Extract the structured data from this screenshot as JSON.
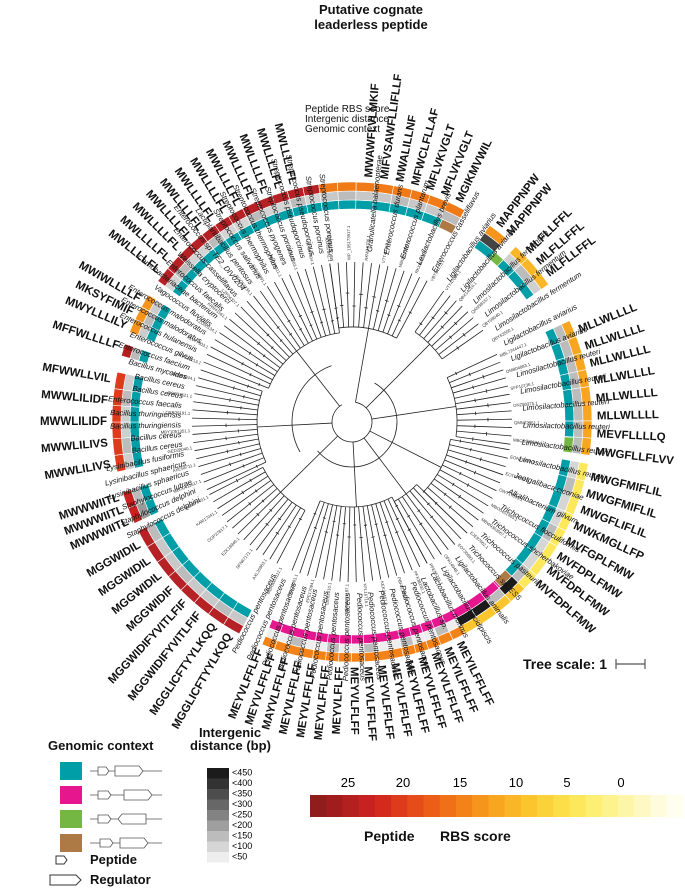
{
  "header": {
    "title_line1": "Putative cognate",
    "title_line2": "leaderless peptide",
    "ring_labels": [
      "Peptide RBS score",
      "Intergenic distance",
      "Genomic context"
    ]
  },
  "tree_scale": {
    "label": "Tree scale: 1"
  },
  "legend": {
    "genomic_context": {
      "title": "Genomic context",
      "swatches": [
        {
          "name": "teal",
          "color": "#009fa8"
        },
        {
          "name": "magenta",
          "color": "#e6168f"
        },
        {
          "name": "green",
          "color": "#74b843"
        },
        {
          "name": "brown",
          "color": "#ad7a45"
        }
      ],
      "peptide_label": "Peptide",
      "regulator_label": "Regulator"
    },
    "intergenic": {
      "title_line1": "Intergenic",
      "title_line2": "distance (bp)",
      "steps": [
        {
          "label": "<450",
          "color": "#1b1b1b"
        },
        {
          "label": "<400",
          "color": "#333333"
        },
        {
          "label": "<350",
          "color": "#4d4d4d"
        },
        {
          "label": "<300",
          "color": "#676767"
        },
        {
          "label": "<250",
          "color": "#838383"
        },
        {
          "label": "<200",
          "color": "#9f9f9f"
        },
        {
          "label": "<150",
          "color": "#bcbcbc"
        },
        {
          "label": "<100",
          "color": "#d6d6d6"
        },
        {
          "label": "<50",
          "color": "#eeeeee"
        }
      ]
    },
    "rbs": {
      "ticks": [
        "25",
        "20",
        "15",
        "10",
        "5",
        "0"
      ],
      "label_left": "Peptide",
      "label_right": "RBS score",
      "colors": [
        "#8e1d1b",
        "#a11c1c",
        "#b41f1f",
        "#c72121",
        "#d42a1e",
        "#de3b1c",
        "#e54c1a",
        "#ec5e18",
        "#f07018",
        "#f38219",
        "#f6941c",
        "#f8a520",
        "#fab626",
        "#fbc52e",
        "#fcd23a",
        "#fdde49",
        "#fde85c",
        "#fdef73",
        "#fdf38e",
        "#fdf6a9",
        "#fef9c4",
        "#fefcdd",
        "#fffeef"
      ]
    },
    "colors": {
      "peptide_ring_default": "#e0462a",
      "accent_dark_red": "#b52125"
    }
  },
  "species_left": [
    "Streptococcus porcinus",
    "Streptococcus porcinus",
    "Streptococcus pseudoporcinus",
    "Streptococcus pseudoporcinus",
    "Streptococcus porcinus",
    "Streptococcus pyogenes",
    "Streptococcus thermophilus",
    "Streptococcus thermophilus",
    "Streptococcus salivarius",
    "Lactiplantibacillus pentosus",
    "Enterococcus sp. TE2_DIV0204",
    "Enterococcus casseliflavus",
    "Weissella cryptocerci",
    "Enterococcus faecalis",
    "Carnobacteriaceae bacterium",
    "Vagococcus fluvialis",
    "Enterococcus malodoratus",
    "Enterococcus malodoratus",
    "Enterococcus hulanensis",
    "Enterococcus gilvus",
    "Enterococcus faecium",
    "Bacillus mycoides",
    "Bacillus cereus",
    "Bacillus cereus",
    "Enterococcus faecalis",
    "Bacillus thuringiensis",
    "Bacillus thuringiensis",
    "Bacillus cereus",
    "Bacillus cereus",
    "Lysinibacillus fusiformis",
    "Lysinibacillus sphaericus",
    "Lysinibacillus sphaericus",
    "Staphylococcus lutrae",
    "Staphylococcus delphini",
    "Staphylococcus delphini"
  ],
  "species_bottom": [
    "Pediococcus pentosaceus",
    "Pediococcus pentosaceus",
    "Pediococcus pentosaceus",
    "Pediococcus pentosaceus",
    "Pediococcus pentosaceus",
    "Pediococcus pentosaceus",
    "Pediococcus pentosaceus",
    "Pediococcus pentosaceus",
    "Pediococcus pentosaceus",
    "Pediococcus pentosaceus",
    "Pediococcus pentosaceus",
    "Pediococcus pentosaceus",
    "Pediococcus pentosaceus",
    "Pediococcus pentosaceus",
    "Lactobacillus sp.",
    "Lactobacillus murinus"
  ],
  "species_right": [
    "Granulicatella balaenopterae",
    "Enterococcus durans",
    "Enterococcus plantarum",
    "Levilactobacillus brevis",
    "Enterococcus casseliflavus",
    "Ligilactobacillus aviarius",
    "Ligilactobacillus aviarius",
    "Limosilactobacillus fermentum",
    "Limosilactobacillus fermentum",
    "Limosilactobacillus fermentum",
    "Ligilactobacillus aviarius",
    "Ligilactobacillus aviarius",
    "Limosilactobacillus reuteri",
    "Limosilactobacillus reuteri",
    "Limosilactobacillus reuteri",
    "Limosilactobacillus reuteri",
    "Limosilactobacillus reuteri",
    "Limosilactobacillus reuteri",
    "Jeotgalibaca ciconiae",
    "Alkalibacterium gilvum",
    "Trichococcus flocculiformis",
    "Trichococcus shcherbakoviae",
    "Trichococcus pasteurii",
    "Trichococcus sp. ES5",
    "Ligilactobacillus animalis",
    "Ligilactobacillus acidipiscis"
  ],
  "accessions": [
    "MBO2796391.1",
    "WP_195173917.1",
    "RKW16706.1",
    "VTT40757.1",
    "MBI2012397.1",
    "RKX00315.1",
    "VBT34173.1",
    "VTT47004.1",
    "QBX14016.1",
    "QAM98157.1",
    "QBY08040.1",
    "QBY62500.1",
    "MBL7244447.1",
    "OMB04883.1",
    "SFP10736.1",
    "ONZ80375.1",
    "QMN72951.1",
    "MBO8942634.1",
    "EON75089.1",
    "EOT07049.1",
    "OWT17883.1",
    "MBO0451465.1",
    "MBW9363567.1",
    "EJE97962.1",
    "EOT30993.1",
    "OPA14948.1",
    "PFE55731.1",
    "PFX38192.1",
    "PBF01380.1",
    "KEK24461.1",
    "KFL16716.1",
    "MBO8391187.1",
    "EIE62010.1",
    "EPE17094.1",
    "PLL22001.1",
    "MBR9003112.1",
    "AXL35963.1",
    "SFN67171.1",
    "EZK18946.1",
    "OGP37817.1",
    "KAM17041.1",
    "QMG79451.1",
    "MBO0411617.1",
    "AXE58711.1",
    "GED28040.1",
    "MBY1051351.1",
    "QSR22191.1",
    "QSS07621.1",
    "UDQ83344.1",
    "KFL38213.1",
    "ALV77903.1",
    "KZU00134.1",
    "KRR41561.1",
    "LZP04327.1",
    "EGC54234.1",
    "SUL06891.1",
    "AFO59311.1",
    "GEK41203.1",
    "OPS07304.1",
    "AXR57841.1"
  ],
  "peptides": {
    "top": [
      "MWAWFLVLMKIF",
      "MIFVSAWFLLIFLLF",
      "MWALILLNF",
      "MFWCLFLLAF",
      "MFLVKVGLT",
      "MFLVKVGLT",
      "MGIKMVWIL"
    ],
    "top_right": [
      "MAPIPNPW",
      "MAPIPNPW"
    ],
    "top_left_stack": [
      "MWLLLLFL",
      "MWLLLLFL",
      "MWLLLLFL",
      "MWLLLLFL",
      "MWLLLLFL",
      "MWLLLLFL",
      "MWLLLLFL",
      "MWLLLLFL",
      "MWLLLLFL",
      "MWLLLLFL",
      "MWLLLLFL",
      "MWLLLLFL"
    ],
    "left_group1": [
      "MWIWLLLLF",
      "MKSYFIMIF",
      "MWYLLLILY"
    ],
    "left_group2": [
      "MFFWLLLLF"
    ],
    "left_group3": [
      "MFWWLLVIL",
      "MWWLILIDF",
      "MWWLILIDF",
      "MWWLILIVS",
      "MWWLILIVS"
    ],
    "left_group4": [
      "MWWWIITL",
      "MWWWIITL",
      "MWWWIITL"
    ],
    "left_group5": [
      "MGGWIDIL",
      "MGGWIDIL",
      "MGGWIDIL",
      "MGGWIDIF",
      "MGGWIDIFYVITLFIF",
      "MGGWIDIFYVITLFIF",
      "MGGLICFTYYLKQQ",
      "MGGLICFTYYLKQQ"
    ],
    "bottom": [
      "MEYVLFFLFF",
      "MEYVLFFLFF",
      "MAYVLFFLFF",
      "MEYVLFFLFF",
      "MEYVLFFLFF",
      "MEYVLFFLFF",
      "MEYVLFLFF",
      "MEYVLFLFF",
      "MEYVLFFLFF",
      "MEYVLFFLFF",
      "MEYVLFFLFF",
      "MEYVLFFLFF",
      "MEYVLFFLFF",
      "MEYVLFFLFF",
      "MEYILFFLFF",
      "MEYILFFLFF"
    ],
    "right_group1": [
      "MLFLLFFL",
      "MLFLLFFL",
      "MLFLLFFL"
    ],
    "right_group2": [
      "MLLWLLLL",
      "MLLWLLLL",
      "MLLWLLLL",
      "MLLWLLLL",
      "MLLWLLLL",
      "MLLWLLLL",
      "MEVFLLLLQ",
      "MWGFLLFLVV"
    ],
    "right_group3": [
      "MWGFMIFLIL",
      "MWGFMIFLIL",
      "MWGFLIFLIL",
      "MWKMGLLFP",
      "MVFGPLFMW",
      "MVFDPLFMW",
      "MVFDPLFMW",
      "MVFDPLFMW"
    ]
  }
}
